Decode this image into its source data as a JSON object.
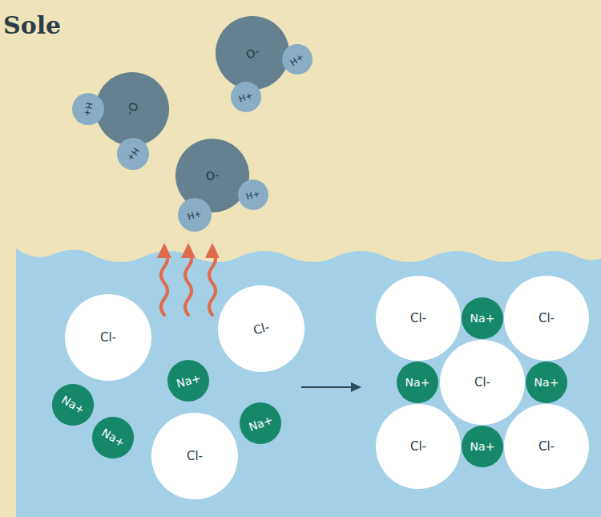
{
  "diagram": {
    "title": "Sole",
    "nodes": [
      {
        "text": [
          "O-"
        ]
      },
      {
        "text": [
          "H+"
        ]
      },
      {
        "text": [
          "H+"
        ]
      },
      {
        "text": [
          "O-"
        ]
      },
      {
        "text": [
          "H+"
        ]
      },
      {
        "text": [
          "H+"
        ]
      },
      {
        "text": [
          "O-"
        ]
      },
      {
        "text": [
          "H+"
        ]
      },
      {
        "text": [
          "H+"
        ]
      },
      {
        "text": [
          "Cl-"
        ]
      },
      {
        "text": [
          "Cl-"
        ]
      },
      {
        "text": [
          "Na+"
        ]
      },
      {
        "text": [
          "Na+"
        ]
      },
      {
        "text": [
          "Na+"
        ]
      },
      {
        "text": [
          "Na+"
        ]
      },
      {
        "text": [
          "Cl-"
        ]
      },
      {
        "text": [
          "Cl-"
        ]
      },
      {
        "text": [
          "Na+"
        ]
      },
      {
        "text": [
          "Cl-"
        ]
      },
      {
        "text": [
          "Na+"
        ]
      },
      {
        "text": [
          "Cl-"
        ]
      },
      {
        "text": [
          "Na+"
        ]
      },
      {
        "text": [
          "Cl-"
        ]
      },
      {
        "text": [
          "Na+"
        ]
      },
      {
        "text": [
          "Cl-"
        ]
      }
    ]
  }
}
